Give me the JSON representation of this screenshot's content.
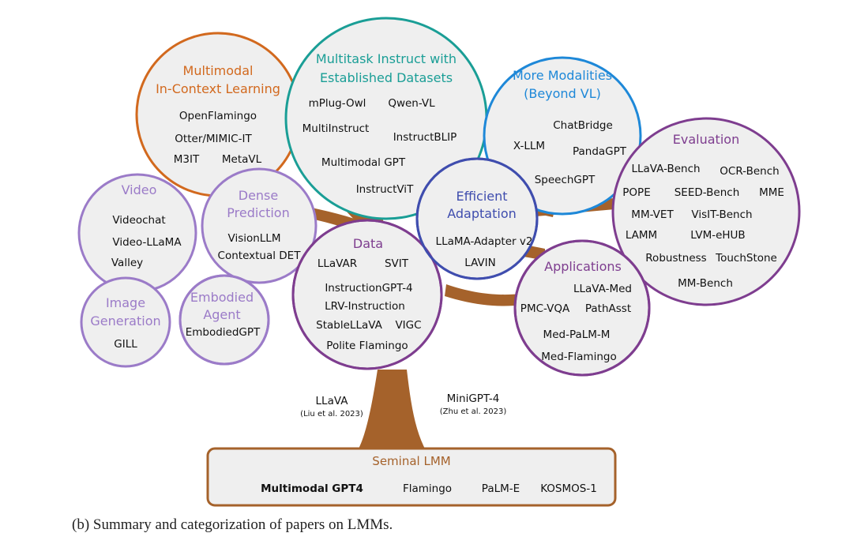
{
  "colors": {
    "trunk": "#A5622B",
    "bubble_fill": "#EFEFEF",
    "orange": "#D2691E",
    "teal": "#1A9E96",
    "blue": "#1E88D8",
    "purple": "#7E3D8F",
    "lavender": "#9B7BC8",
    "indigo": "#3F4DAE",
    "text": "#111111"
  },
  "groups": [
    {
      "id": "in-context",
      "title": [
        "Multimodal",
        "In-Context Learning"
      ],
      "stroke": "orange",
      "title_color": "orange",
      "items": [
        "OpenFlamingo",
        "Otter/MIMIC-IT",
        "M3IT",
        "MetaVL"
      ]
    },
    {
      "id": "multitask",
      "title": [
        "Multitask Instruct with",
        "Established Datasets"
      ],
      "stroke": "teal",
      "title_color": "teal",
      "items": [
        "mPlug-Owl",
        "Qwen-VL",
        "MultiInstruct",
        "InstructBLIP",
        "Multimodal GPT",
        "InstructViT"
      ]
    },
    {
      "id": "modalities",
      "title": [
        "More Modalities",
        "(Beyond VL)"
      ],
      "stroke": "blue",
      "title_color": "blue",
      "items": [
        "ChatBridge",
        "X-LLM",
        "PandaGPT",
        "SpeechGPT"
      ]
    },
    {
      "id": "evaluation",
      "title": [
        "Evaluation"
      ],
      "stroke": "purple",
      "title_color": "purple",
      "items": [
        "LLaVA-Bench",
        "OCR-Bench",
        "POPE",
        "SEED-Bench",
        "MME",
        "MM-VET",
        "VisIT-Bench",
        "LAMM",
        "LVM-eHUB",
        "Robustness",
        "TouchStone",
        "MM-Bench"
      ]
    },
    {
      "id": "video",
      "title": [
        "Video"
      ],
      "stroke": "lavender",
      "title_color": "lavender",
      "items": [
        "Videochat",
        "Video-LLaMA",
        "Valley"
      ]
    },
    {
      "id": "dense",
      "title": [
        "Dense",
        "Prediction"
      ],
      "stroke": "lavender",
      "title_color": "lavender",
      "items": [
        "VisionLLM",
        "Contextual DET"
      ]
    },
    {
      "id": "data",
      "title": [
        "Data"
      ],
      "stroke": "purple",
      "title_color": "purple",
      "items": [
        "LLaVAR",
        "SVIT",
        "InstructionGPT-4",
        "LRV-Instruction",
        "StableLLaVA",
        "VIGC",
        "Polite Flamingo"
      ]
    },
    {
      "id": "efficient",
      "title": [
        "Efficient",
        "Adaptation"
      ],
      "stroke": "indigo",
      "title_color": "indigo",
      "items": [
        "LLaMA-Adapter v2",
        "LAVIN"
      ]
    },
    {
      "id": "applications",
      "title": [
        "Applications"
      ],
      "stroke": "purple",
      "title_color": "purple",
      "items": [
        "LLaVA-Med",
        "PMC-VQA",
        "PathAsst",
        "Med-PaLM-M",
        "Med-Flamingo"
      ]
    },
    {
      "id": "image-gen",
      "title": [
        "Image",
        "Generation"
      ],
      "stroke": "lavender",
      "title_color": "lavender",
      "items": [
        "GILL"
      ]
    },
    {
      "id": "embodied",
      "title": [
        "Embodied",
        "Agent"
      ],
      "stroke": "lavender",
      "title_color": "lavender",
      "items": [
        "EmbodiedGPT"
      ]
    }
  ],
  "roots": [
    {
      "name": "LLaVA",
      "cite": "(Liu et al. 2023)"
    },
    {
      "name": "MiniGPT-4",
      "cite": "(Zhu et al. 2023)"
    }
  ],
  "seminal": {
    "title": "Seminal LMM",
    "items": [
      "Multimodal GPT4",
      "Flamingo",
      "PaLM-E",
      "KOSMOS-1"
    ]
  },
  "caption": "(b) Summary and categorization of papers on LMMs."
}
